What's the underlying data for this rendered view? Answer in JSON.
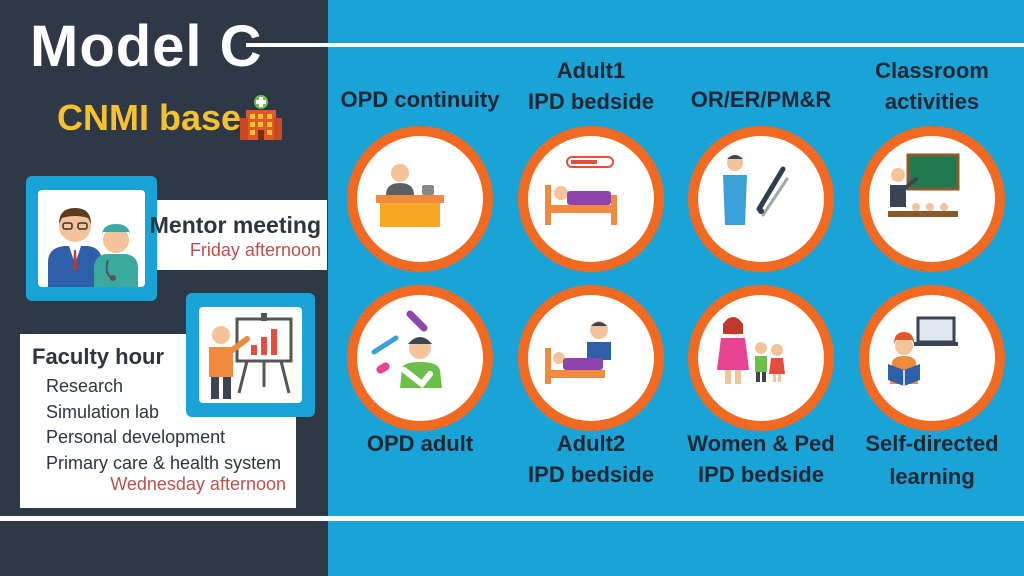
{
  "header": {
    "title": "Model C",
    "subtitle": "CNMI base"
  },
  "mentor": {
    "title": "Mentor meeting",
    "time": "Friday afternoon"
  },
  "faculty": {
    "title": "Faculty hour",
    "items": [
      "Research",
      "Simulation lab",
      "Personal development",
      "Primary care & health system"
    ],
    "time": "Wednesday afternoon"
  },
  "stations": {
    "top": [
      {
        "line1": "",
        "line2": "OPD continuity",
        "icon": "desk-icon"
      },
      {
        "line1": "Adult1",
        "line2": "IPD bedside",
        "icon": "patient-bed-icon"
      },
      {
        "line1": "",
        "line2": "OR/ER/PM&R",
        "icon": "surgeon-icon"
      },
      {
        "line1": "Classroom",
        "line2": "activities",
        "icon": "classroom-icon"
      }
    ],
    "bottom": [
      {
        "line1": "OPD adult",
        "line2": "",
        "icon": "injured-patient-icon"
      },
      {
        "line1": "Adult2",
        "line2": "IPD bedside",
        "icon": "bedside-visit-icon"
      },
      {
        "line1": "Women & Ped",
        "line2": "IPD bedside",
        "icon": "family-icon"
      },
      {
        "line1": "Self-directed",
        "line2": "learning",
        "icon": "reading-student-icon"
      }
    ]
  },
  "colors": {
    "dark_panel": "#2f3846",
    "blue_panel": "#1aa3d6",
    "accent_orange": "#f26a21",
    "subtitle_yellow": "#f6c22c",
    "time_red": "#c0504d"
  }
}
